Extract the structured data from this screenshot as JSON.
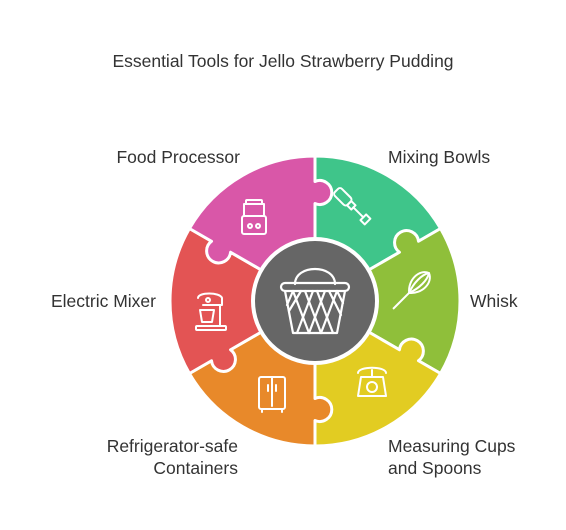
{
  "title": "Essential Tools for Jello Strawberry Pudding",
  "colors": {
    "mixing_bowls": "#3fc58a",
    "whisk": "#8fbf3a",
    "measuring": "#e2cc22",
    "containers": "#e8892a",
    "mixer": "#e35454",
    "processor": "#d957a8",
    "center": "#666666"
  },
  "segments": [
    {
      "key": "mixing_bowls",
      "label": "Mixing Bowls",
      "icon": "hand-mixer-icon"
    },
    {
      "key": "whisk",
      "label": "Whisk",
      "icon": "whisk-icon"
    },
    {
      "key": "measuring",
      "label_line1": "Measuring Cups",
      "label_line2": "and Spoons",
      "icon": "kitchen-scale-icon"
    },
    {
      "key": "containers",
      "label_line1": "Refrigerator-safe",
      "label_line2": "Containers",
      "icon": "refrigerator-icon"
    },
    {
      "key": "mixer",
      "label": "Electric Mixer",
      "icon": "stand-mixer-icon"
    },
    {
      "key": "processor",
      "label": "Food Processor",
      "icon": "food-processor-icon"
    }
  ],
  "center_icon": "basket-icon"
}
